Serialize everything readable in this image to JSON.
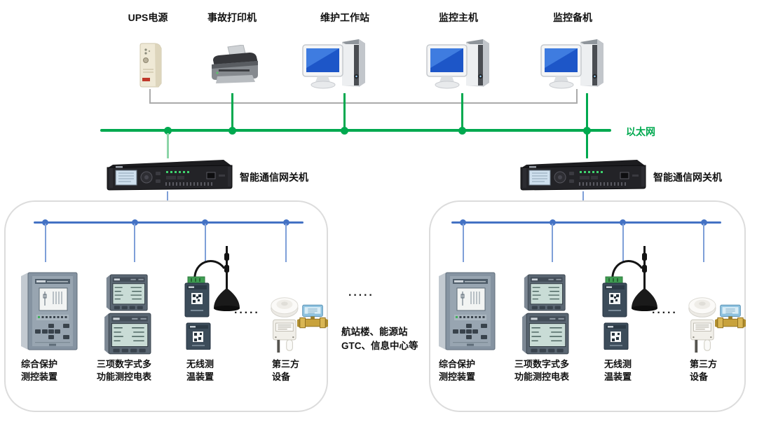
{
  "colors": {
    "ethernet_green": "#00A94F",
    "device_bus_blue": "#4472C4",
    "drop_blue": "#7E9FD8",
    "connector_gray": "#ABABAB"
  },
  "ethernet": {
    "label": "以太网"
  },
  "top_devices": [
    {
      "id": "ups",
      "label": "UPS电源"
    },
    {
      "id": "printer",
      "label": "事故打印机"
    },
    {
      "id": "workstation",
      "label": "维护工作站"
    },
    {
      "id": "monitor-host",
      "label": "监控主机"
    },
    {
      "id": "monitor-backup",
      "label": "监控备机"
    }
  ],
  "gateways": [
    {
      "label": "智能通信网关机"
    },
    {
      "label": "智能通信网关机"
    }
  ],
  "middle_note": {
    "dots": "·····",
    "line1": "航站楼、能源站",
    "line2": "GTC、信息中心等"
  },
  "groups": [
    {
      "dots": "·····",
      "devices": [
        {
          "label_line1": "综合保护",
          "label_line2": "测控装置"
        },
        {
          "label_line1": "三项数字式多",
          "label_line2": "功能测控电表"
        },
        {
          "label_line1": "无线测",
          "label_line2": "温装置"
        },
        {
          "label_line1": "第三方",
          "label_line2": "设备"
        }
      ]
    },
    {
      "dots": "·····",
      "devices": [
        {
          "label_line1": "综合保护",
          "label_line2": "测控装置"
        },
        {
          "label_line1": "三项数字式多",
          "label_line2": "功能测控电表"
        },
        {
          "label_line1": "无线测",
          "label_line2": "温装置"
        },
        {
          "label_line1": "第三方",
          "label_line2": "设备"
        }
      ]
    }
  ]
}
